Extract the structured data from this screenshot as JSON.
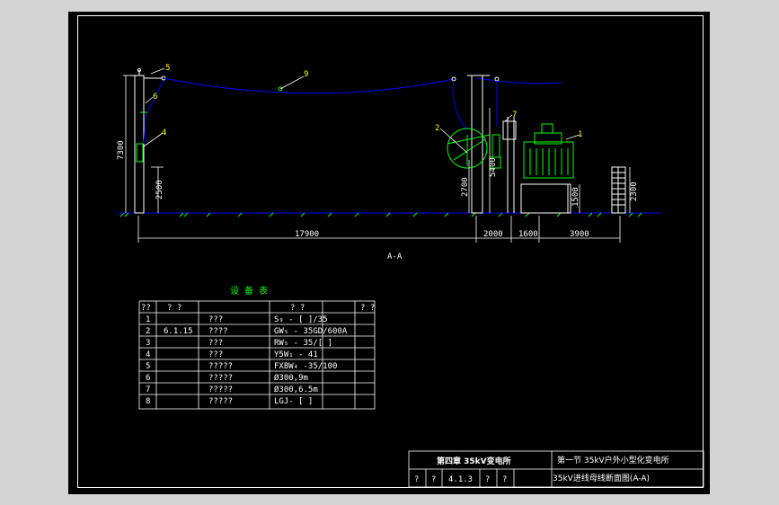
{
  "drawing": {
    "view_label": "A-A",
    "callouts": [
      "5",
      "9",
      "6",
      "4",
      "2",
      "1",
      "7"
    ],
    "vertical_dims": [
      "7300",
      "2500",
      "5400",
      "2700",
      "1500",
      "2300"
    ],
    "horizontal_dims": [
      "17900",
      "2000",
      "1600",
      "3900"
    ]
  },
  "equipment_table": {
    "title": "设 备 表",
    "headers": [
      "??",
      "? ?",
      "",
      "? ?",
      "",
      "? ?"
    ],
    "rows": [
      {
        "no": "1",
        "col2": "",
        "col3": "???",
        "col4": "S₉ - [ ]/35",
        "col5": "",
        "col6": ""
      },
      {
        "no": "2",
        "col2": "6.1.15",
        "col3": "????",
        "col4": "GW₅ - 35GD/600A",
        "col5": "",
        "col6": ""
      },
      {
        "no": "3",
        "col2": "",
        "col3": "???",
        "col4": "RW₅ - 35/[ ]",
        "col5": "",
        "col6": ""
      },
      {
        "no": "4",
        "col2": "",
        "col3": "???",
        "col4": "Y5W₁ - 41",
        "col5": "",
        "col6": ""
      },
      {
        "no": "5",
        "col2": "",
        "col3": "?????",
        "col4": "FXBW₄ -35/100",
        "col5": "",
        "col6": ""
      },
      {
        "no": "6",
        "col2": "",
        "col3": "?????",
        "col4": "Ø300,9m",
        "col5": "",
        "col6": ""
      },
      {
        "no": "7",
        "col2": "",
        "col3": "?????",
        "col4": "Ø300,6.5m",
        "col5": "",
        "col6": ""
      },
      {
        "no": "8",
        "col2": "",
        "col3": "?????",
        "col4": "LGJ- [ ]",
        "col5": "",
        "col6": ""
      }
    ]
  },
  "title_block": {
    "chapter": "第四章  35kV变电所",
    "section": "第一节  35kV户外小型化变电所",
    "q1": "?",
    "q2": "?",
    "code": "4.1.3",
    "q3": "?",
    "q4": "?",
    "drawing_title": "35kV进线母线断面图(A-A)"
  },
  "colors": {
    "background": "#000000",
    "outer": "#d4d4d4",
    "frame": "#ffffff",
    "dimension": "#ffffff",
    "equipment": "#00ff00",
    "busbar": "#0000ff",
    "ground": "#00ff00",
    "table_title": "#00ff00",
    "callout": "#ffff00"
  }
}
